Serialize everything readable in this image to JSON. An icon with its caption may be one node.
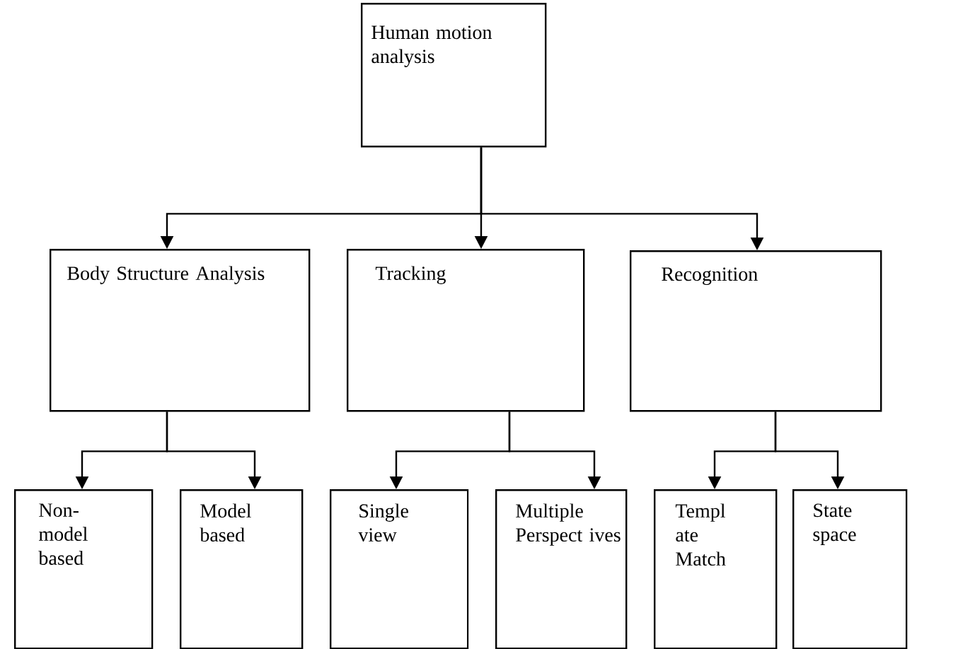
{
  "diagram": {
    "nodes": [
      {
        "text": [
          "Human motion analysis"
        ]
      },
      {
        "text": [
          "Body Structure Analysis"
        ]
      },
      {
        "text": [
          "Tracking"
        ]
      },
      {
        "text": [
          "Recognition"
        ]
      },
      {
        "text": [
          "Non- model based"
        ]
      },
      {
        "text": [
          "Model based"
        ]
      },
      {
        "text": [
          "Single view"
        ]
      },
      {
        "text": [
          "Multiple Perspect ives"
        ]
      },
      {
        "text": [
          "Templ ate Match"
        ]
      },
      {
        "text": [
          "State space"
        ]
      }
    ],
    "edges": [
      {
        "from": 0,
        "to": 1,
        "arrow": "to"
      },
      {
        "from": 0,
        "to": 2,
        "arrow": "to"
      },
      {
        "from": 0,
        "to": 3,
        "arrow": "to"
      },
      {
        "from": 1,
        "to": 4,
        "arrow": "to"
      },
      {
        "from": 1,
        "to": 5,
        "arrow": "to"
      },
      {
        "from": 2,
        "to": 6,
        "arrow": "to"
      },
      {
        "from": 2,
        "to": 7,
        "arrow": "to"
      },
      {
        "from": 3,
        "to": 8,
        "arrow": "to"
      },
      {
        "from": 3,
        "to": 9,
        "arrow": "to"
      }
    ]
  }
}
